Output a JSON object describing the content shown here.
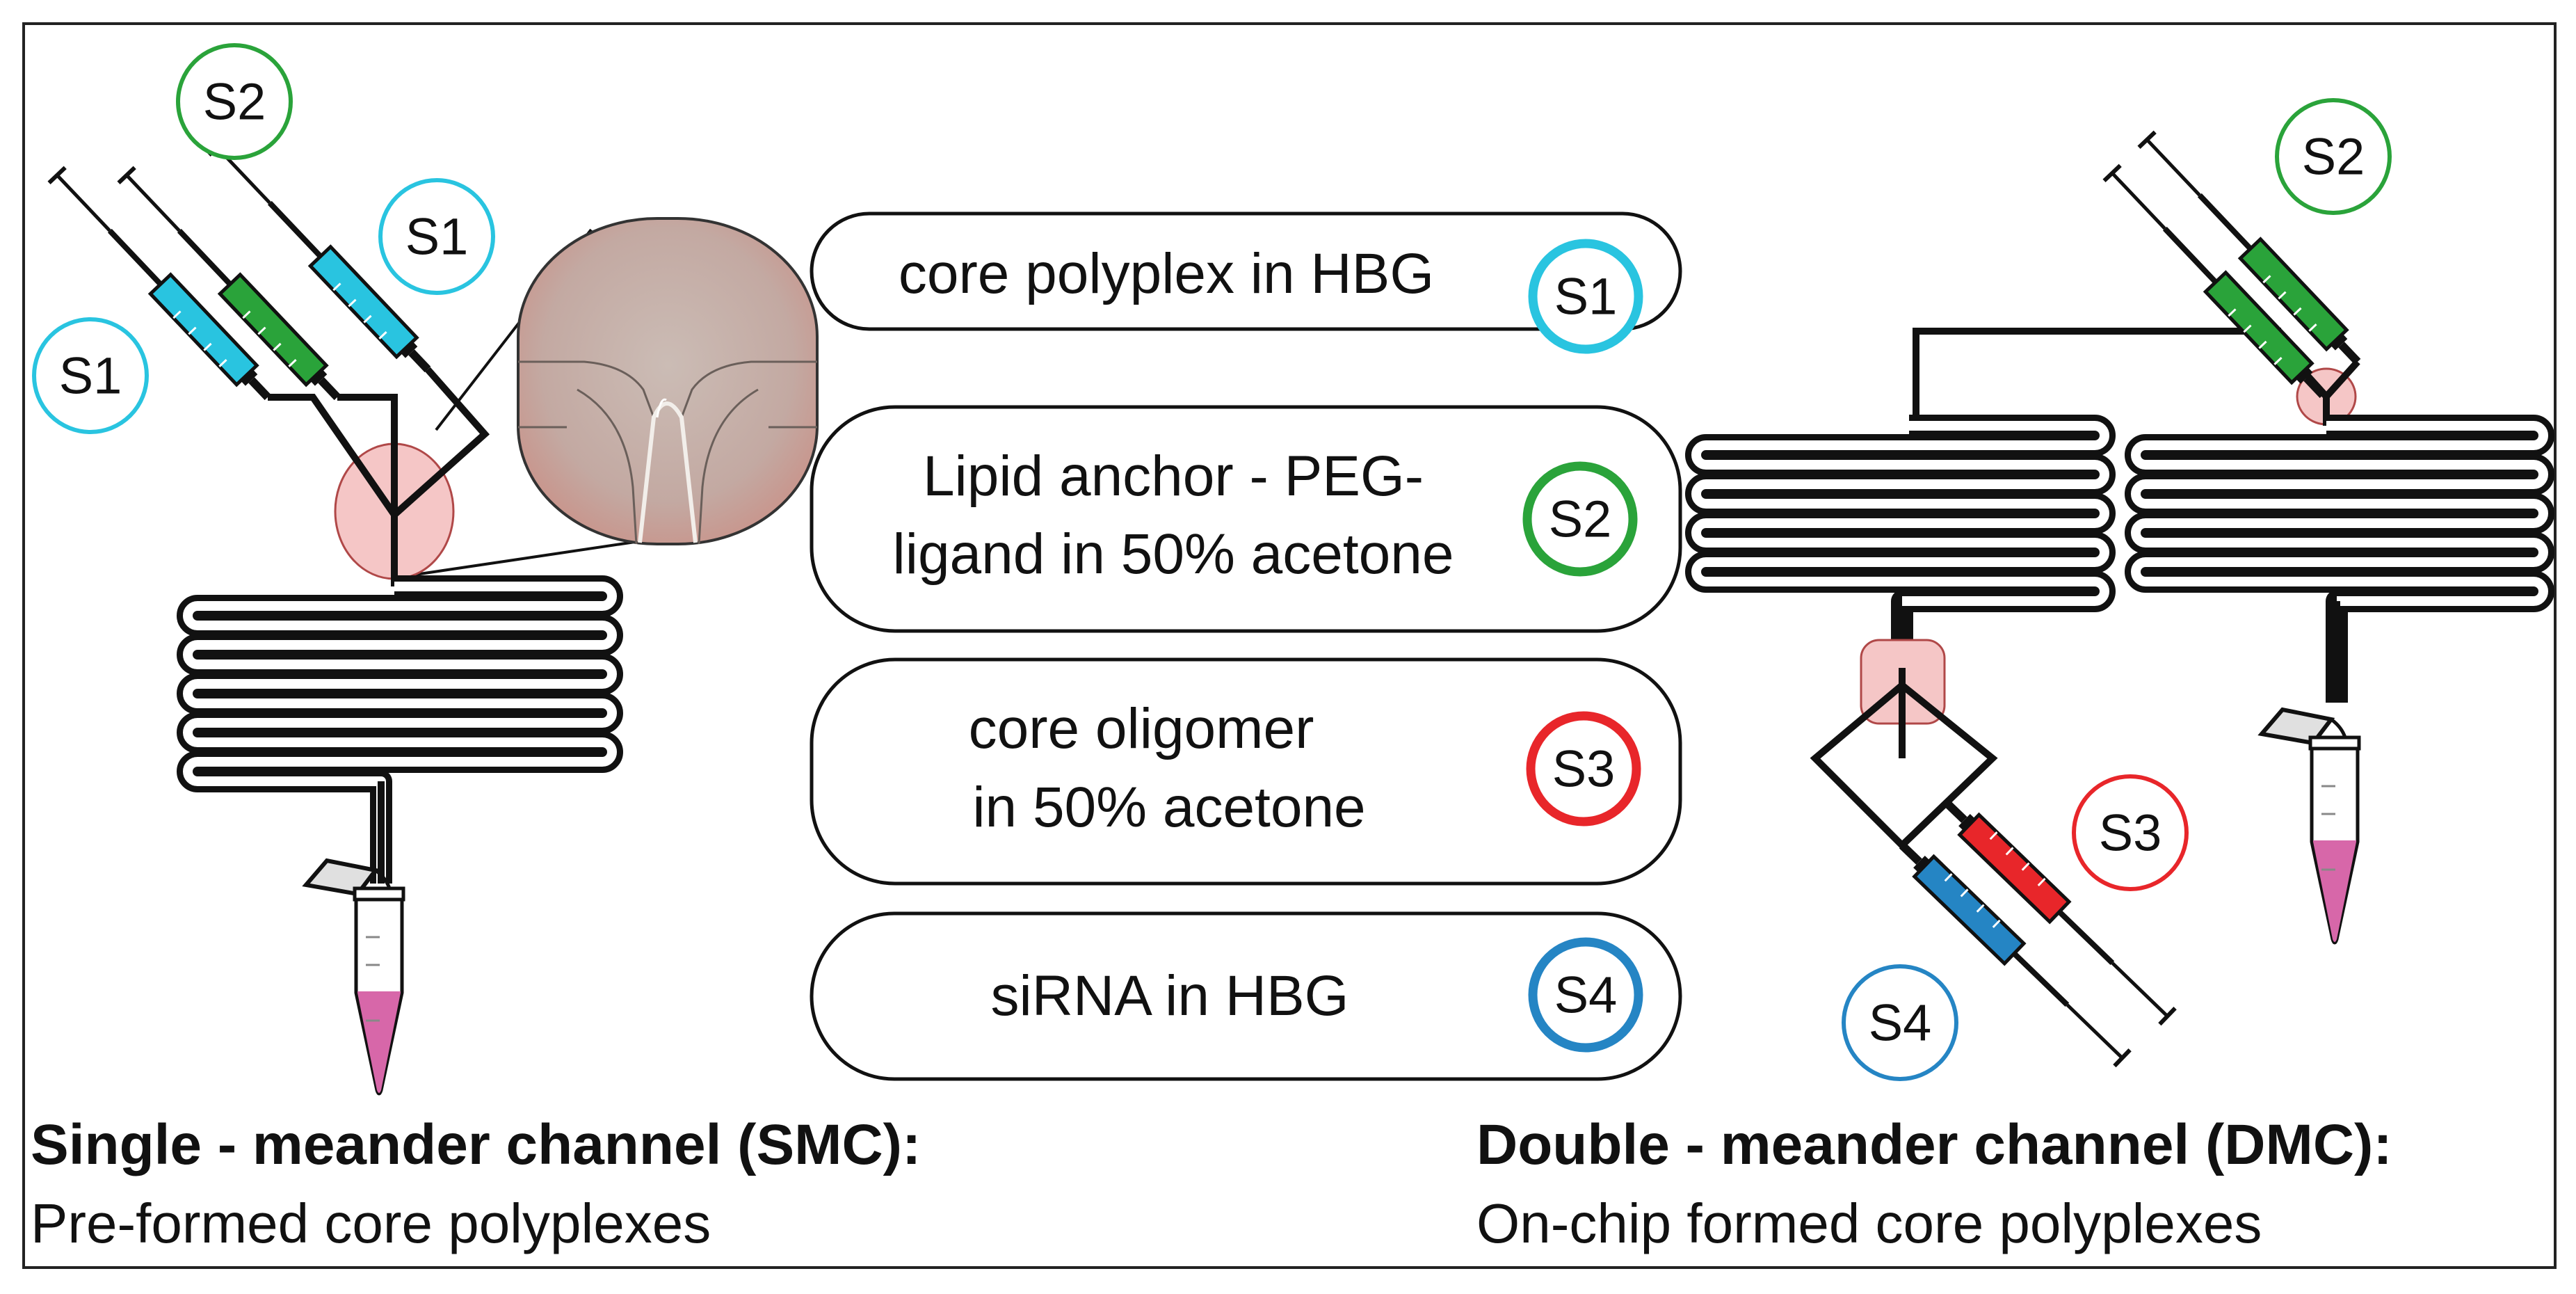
{
  "colors": {
    "s1": "#29c4e0",
    "s2": "#2aa33a",
    "s3": "#e8262a",
    "s4": "#2585c4",
    "zone": "#f5c6c6",
    "liquid": "#d767a9"
  },
  "icons": [
    "syringe-icon",
    "microtube-icon",
    "micrograph-inset"
  ],
  "legend": {
    "items": [
      {
        "lines": [
          "core polyplex in HBG"
        ],
        "badge": "S1",
        "color_key": "s1"
      },
      {
        "lines": [
          "Lipid anchor - PEG-",
          "ligand in 50% acetone"
        ],
        "badge": "S2",
        "color_key": "s2"
      },
      {
        "lines": [
          "core oligomer",
          "in 50% acetone"
        ],
        "badge": "S3",
        "color_key": "s3"
      },
      {
        "lines": [
          "siRNA in HBG"
        ],
        "badge": "S4",
        "color_key": "s4"
      }
    ]
  },
  "smc": {
    "title": "Single - meander channel (SMC):",
    "subtitle": "Pre-formed core polyplexes",
    "labels": {
      "s1_left": "S1",
      "s2_top": "S2",
      "s1_right": "S1"
    }
  },
  "dmc": {
    "title": "Double - meander channel (DMC):",
    "subtitle": "On-chip formed core polyplexes",
    "labels": {
      "s2": "S2",
      "s3": "S3",
      "s4": "S4"
    }
  }
}
